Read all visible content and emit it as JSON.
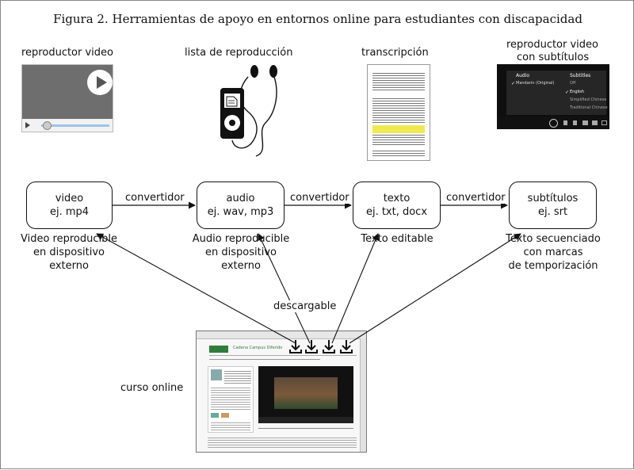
{
  "title": "Figura 2. Herramientas de apoyo en entornos online para estudiantes con discapacidad",
  "tools": {
    "video_player": "reproductor video",
    "playlist": "lista de reproducción",
    "transcript": "transcripción",
    "subtitled_player_line1": "reproductor video",
    "subtitled_player_line2": "con subtítulos"
  },
  "subtitle_menu": {
    "audio_header": "Audio",
    "subtitles_header": "Subtitles",
    "audio_option": "Mandarin (Original)",
    "subtitle_options": [
      "Off",
      "English",
      "Simplified Chinese",
      "Traditional Chinese"
    ]
  },
  "formats": [
    {
      "name": "video",
      "example": "ej. mp4",
      "caption": [
        "Video reproducible",
        "en dispositivo",
        "externo"
      ]
    },
    {
      "name": "audio",
      "example": "ej. wav, mp3",
      "caption": [
        "Audio reproducible",
        "en dispositivo",
        "externo"
      ]
    },
    {
      "name": "texto",
      "example": "ej. txt, docx",
      "caption": [
        "Texto editable"
      ]
    },
    {
      "name": "subtítulos",
      "example": "ej. srt",
      "caption": [
        "Texto secuenciado",
        "con marcas",
        "de temporización"
      ]
    }
  ],
  "converter_label": "convertidor",
  "download_label": "descargable",
  "course_label": "curso online",
  "course_page": {
    "site_name": "Cadena Campus Diferido"
  }
}
